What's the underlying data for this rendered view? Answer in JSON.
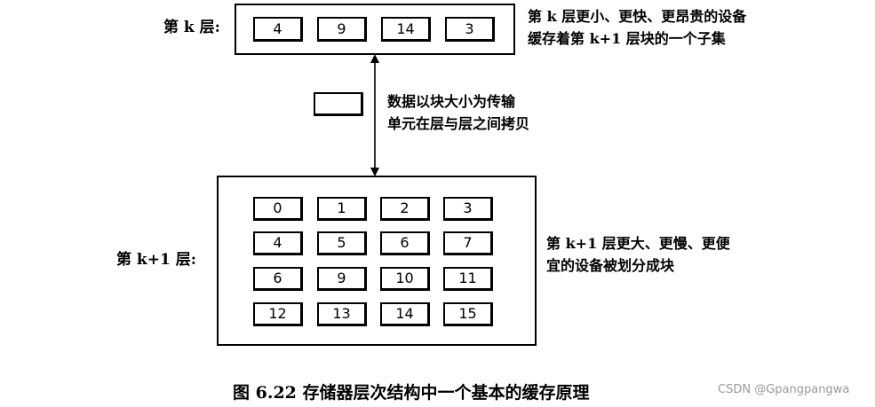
{
  "layer_k": {
    "label": "第 k 层:",
    "blocks": [
      "4",
      "9",
      "14",
      "3"
    ],
    "description": [
      "第 k 层更小、更快、更昂贵的设备",
      "缓存着第 k+1 层块的一个子集"
    ]
  },
  "transfer": {
    "description": [
      "数据以块大小为传输",
      "单元在层与层之间拷贝"
    ]
  },
  "layer_k1": {
    "label": "第 k+1 层:",
    "blocks": [
      [
        "0",
        "1",
        "2",
        "3"
      ],
      [
        "4",
        "5",
        "6",
        "7"
      ],
      [
        "6",
        "9",
        "10",
        "11"
      ],
      [
        "12",
        "13",
        "14",
        "15"
      ]
    ],
    "description": [
      "第 k+1 层更大、更慢、更便",
      "宜的设备被划分成块"
    ]
  },
  "caption": "图 6.22    存储器层次结构中一个基本的缓存原理",
  "watermark": "CSDN @Gpangpangwa"
}
